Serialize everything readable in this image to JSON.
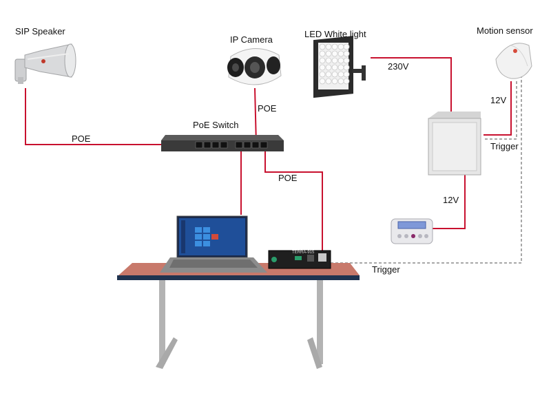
{
  "labels": {
    "sip_speaker": "SIP Speaker",
    "ip_camera": "IP Camera",
    "led_light": "LED White light",
    "motion_sensor": "Motion sensor",
    "poe_switch": "PoE Switch",
    "poe_speaker": "POE",
    "poe_camera": "POE",
    "poe_device": "POE",
    "v230": "230V",
    "v12_sensor": "12V",
    "v12_panel": "12V",
    "trigger_sensor": "Trigger",
    "trigger_device": "Trigger",
    "device_text": "TERRA-915"
  },
  "colors": {
    "power_line": "#c8102e",
    "trigger_line": "#8a8a8a",
    "table_top": "#c8796b",
    "table_edge": "#1f3350",
    "switch_body": "#3a3a3a"
  }
}
